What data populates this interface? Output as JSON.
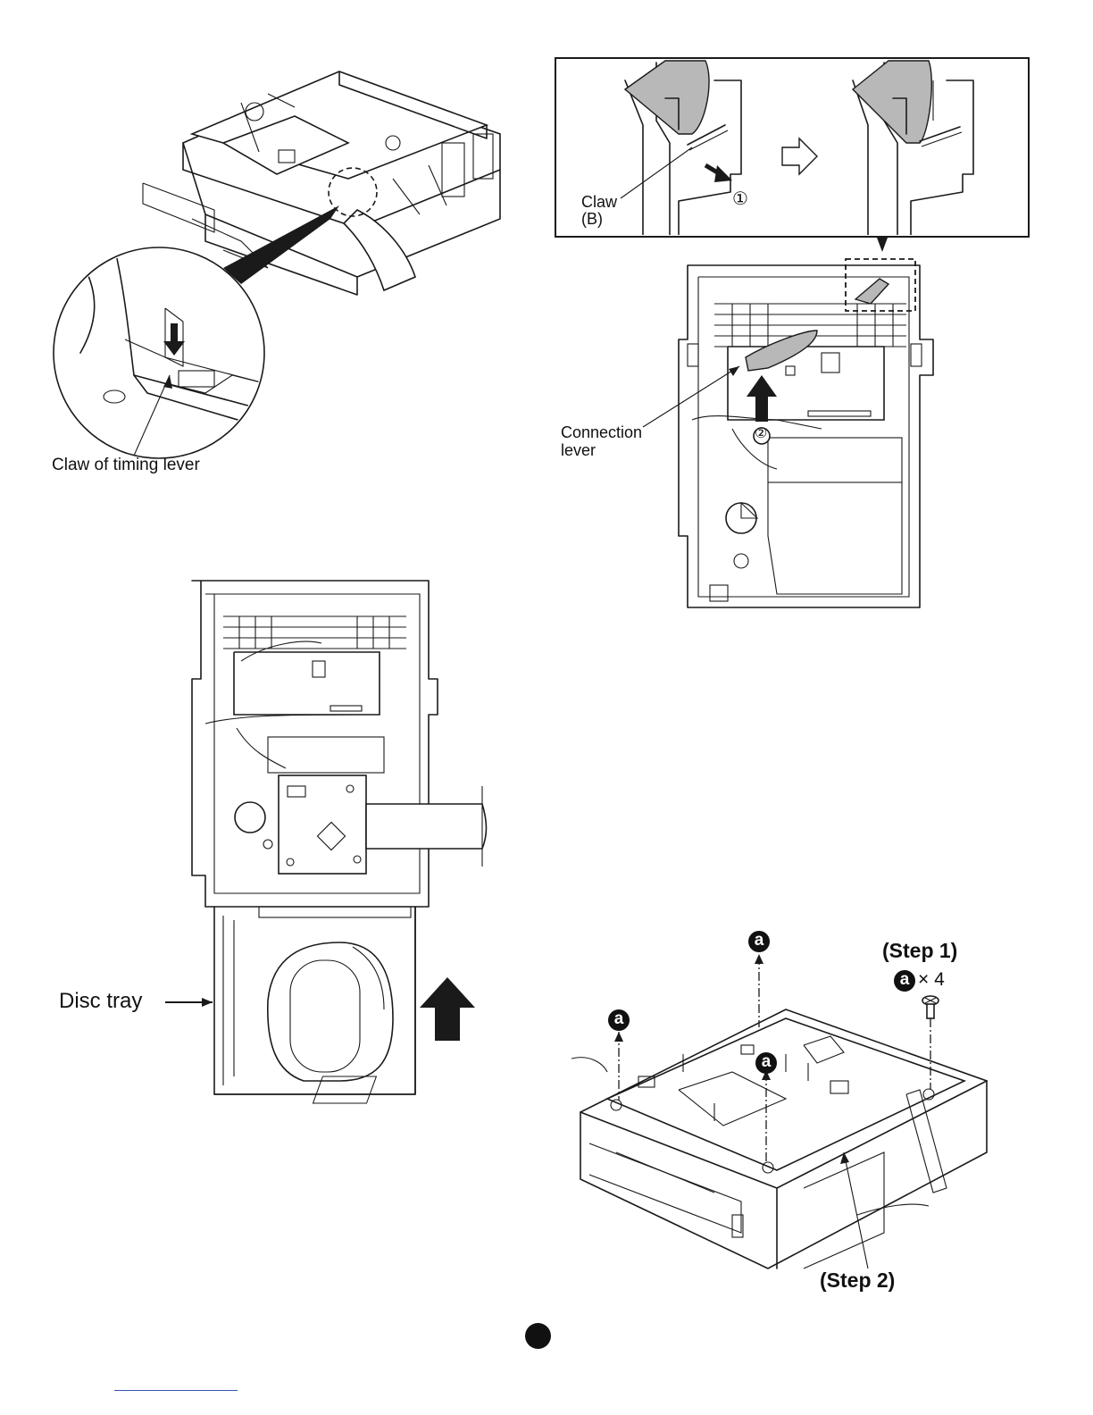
{
  "fig1": {
    "label_claw_timing": "Claw of timing lever"
  },
  "fig2": {
    "label_claw": "Claw",
    "label_claw_b": "(B)",
    "label_step1": "①",
    "label_connection": "Connection",
    "label_lever": "lever",
    "label_step2": "②"
  },
  "fig3": {
    "label_disc_tray": "Disc tray"
  },
  "fig4": {
    "screw_letter": "a",
    "step1_title": "(Step 1)",
    "screw_count": "× 4",
    "step2_title": "(Step 2)"
  }
}
